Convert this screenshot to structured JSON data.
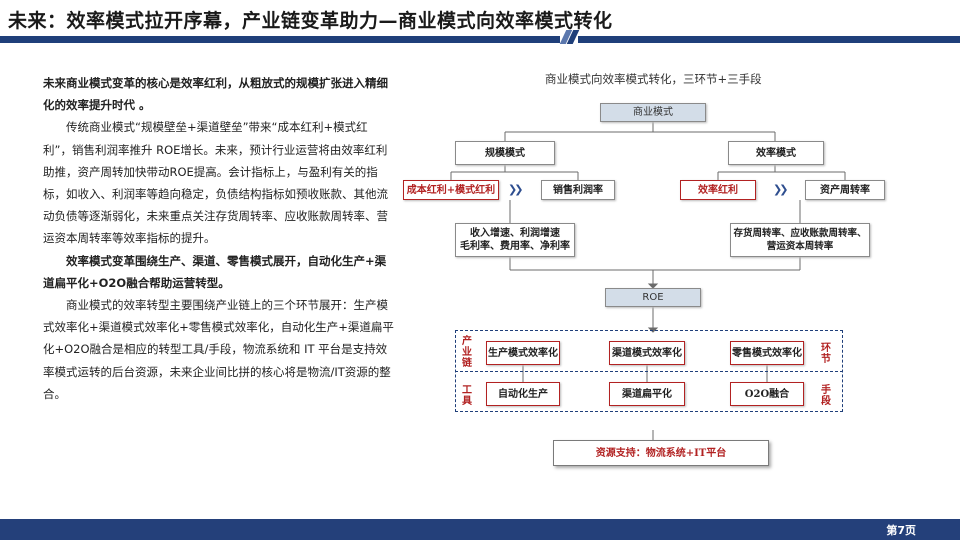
{
  "title": "未来：效率模式拉开序幕，产业链变革助力—商业模式向效率模式转化",
  "left": {
    "p1_bold": "未来商业模式变革的核心是效率红利，从粗放式的规模扩张进入精细化的效率提升时代 。",
    "p2": "传统商业模式“规模壁垒+渠道壁垒”带来“成本红利+模式红利”，销售利润率推升 ROE增长。未来，预计行业运营将由效率红利助推，资产周转加快带动ROE提高。会计指标上，与盈利有关的指标，如收入、利润率等趋向稳定，负债结构指标如预收账款、其他流动负债等逐渐弱化，未来重点关注存货周转率、应收账款周转率、营运资本周转率等效率指标的提升。",
    "p3_bold": "效率模式变革围绕生产、渠道、零售模式展开，自动化生产+渠道扁平化+O2O融合帮助运营转型。",
    "p4": "商业模式的效率转型主要围绕产业链上的三个环节展开：生产模式效率化+渠道模式效率化+零售模式效率化，自动化生产+渠道扁平化+O2O融合是相应的转型工具/手段，物流系统和 IT 平台是支持效率模式运转的后台资源，未来企业间比拼的核心将是物流/IT资源的整合。"
  },
  "diagram": {
    "title": "商业模式向效率模式转化，三环节+三手段",
    "top": "商业模式",
    "scale": "规模模式",
    "efficiency": "效率模式",
    "scale_left": "成本红利+模式红利",
    "scale_right": "销售利润率",
    "eff_left": "效率红利",
    "eff_right": "资产周转率",
    "scale_metrics_1": "收入增速、利润增速",
    "scale_metrics_2": "毛利率、费用率、净利率",
    "eff_metrics_1": "存货周转率、应收账款周转率、",
    "eff_metrics_2": "营运资本周转率",
    "roe": "ROE",
    "side_chain": "产业链",
    "side_tool": "工具",
    "side_link": "环节",
    "side_means": "手段",
    "link1": "生产模式效率化",
    "link2": "渠道模式效率化",
    "link3": "零售模式效率化",
    "tool1": "自动化生产",
    "tool2": "渠道扁平化",
    "tool3": "O2O融合",
    "resource": "资源支持：物流系统+IT平台"
  },
  "colors": {
    "navy": "#1f3f7a",
    "red": "#b22222",
    "grey_box": "#d3dde8"
  },
  "page": "第7页"
}
